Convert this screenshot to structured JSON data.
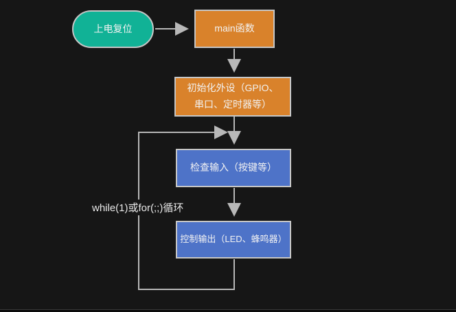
{
  "flowchart": {
    "nodes": [
      {
        "id": "start",
        "label": "上电复位",
        "shape": "stadium",
        "fill": "#11b296"
      },
      {
        "id": "main",
        "label": "main函数",
        "shape": "rect",
        "fill": "#d9822b"
      },
      {
        "id": "init",
        "label": "初始化外设（GPIO、串口、定时器等）",
        "shape": "rect",
        "fill": "#d9822b"
      },
      {
        "id": "check-input",
        "label": "检查输入（按键等）",
        "shape": "rect",
        "fill": "#4e73c8"
      },
      {
        "id": "control-output",
        "label": "控制输出（LED、蜂鸣器）",
        "shape": "rect",
        "fill": "#4e73c8"
      }
    ],
    "edges": [
      {
        "from": "start",
        "to": "main",
        "type": "arrow"
      },
      {
        "from": "main",
        "to": "init",
        "type": "arrow"
      },
      {
        "from": "init",
        "to": "check-input",
        "type": "arrow"
      },
      {
        "from": "check-input",
        "to": "control-output",
        "type": "arrow"
      },
      {
        "from": "control-output",
        "to": "check-input",
        "type": "loop-arrow",
        "label": "while(1)或for(;;)循环"
      }
    ],
    "loop_label": "while(1)或for(;;)循环",
    "colors": {
      "background": "#161616",
      "start_fill": "#11b296",
      "process_fill": "#d9822b",
      "io_fill": "#4e73c8",
      "node_border": "#c6c6c6",
      "connector": "#b8b8b8",
      "text": "#f2f2f2"
    }
  }
}
